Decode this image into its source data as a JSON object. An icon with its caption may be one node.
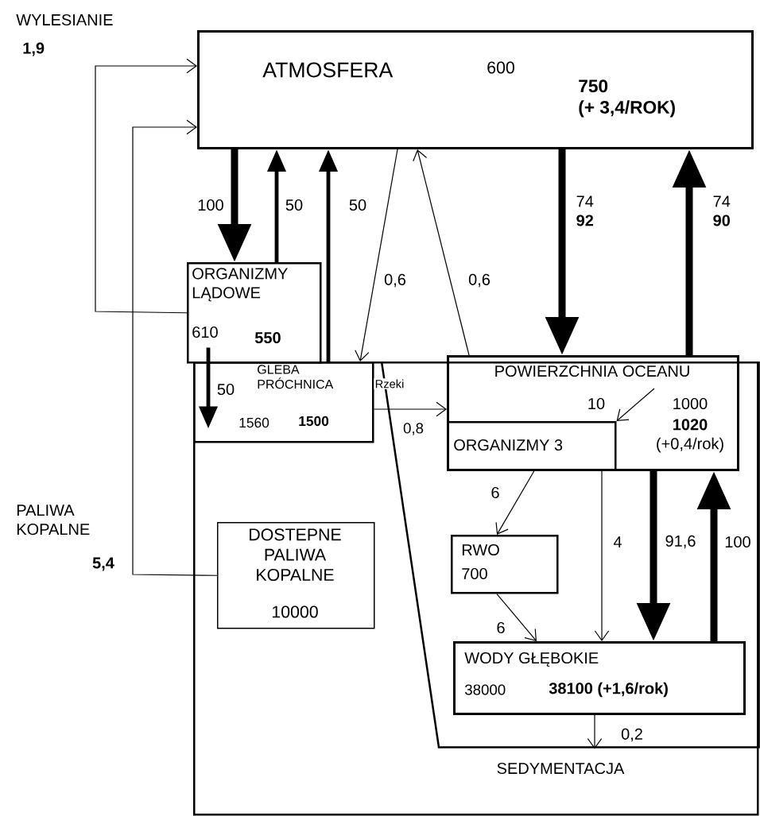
{
  "diagram": {
    "nodes": [
      {
        "text": [
          "ATMOSFERA",
          "600",
          "750 (+ 3,4/ROK)"
        ]
      },
      {
        "text": [
          "ORGANIZMY LĄDOWE",
          "610",
          "550"
        ]
      },
      {
        "text": [],
        "shape": "box"
      },
      {
        "text": [
          "GLEBA PRÓCHNICA",
          "1560",
          "1500"
        ],
        "in": 2
      },
      {
        "text": [],
        "shape": "trapezoid",
        "in": 2
      },
      {
        "text": [
          "POWIERZCHNIA OCEANU",
          "1000",
          "**1020** (+0,4/rok)"
        ],
        "in": 4
      },
      {
        "text": [
          "ORGANIZMY 3"
        ],
        "in": 5
      },
      {
        "text": [
          "DOSTEPNE PALIWA KOPALNE",
          "10000"
        ],
        "in": 2
      },
      {
        "text": [
          "RWO",
          "700"
        ],
        "in": 4
      },
      {
        "text": [
          "WODY GŁĘBOKIE",
          "38000",
          "38100 (+1,6/rok)"
        ],
        "in": 4
      },
      {
        "text": [
          "SEDYMENTACJA"
        ],
        "in": 2
      }
    ],
    "edges": [
      {
        "from": 1,
        "to": 0,
        "arrow": "to"
      },
      {
        "from": 7,
        "to": 0,
        "arrow": "to"
      },
      {
        "from": 0,
        "to": 1,
        "arrow": "to",
        "label": "100",
        "style": "thick"
      },
      {
        "from": 1,
        "to": 0,
        "arrow": "to",
        "label": "50",
        "style": "thick"
      },
      {
        "from": 3,
        "to": 0,
        "arrow": "to",
        "label": "50",
        "style": "thick"
      },
      {
        "from": 0,
        "to": 3,
        "arrow": "to",
        "label": "0,6"
      },
      {
        "from": 5,
        "to": 0,
        "arrow": "to",
        "label": "0,6"
      },
      {
        "from": 0,
        "to": 5,
        "arrow": "to",
        "label": "74 **92**",
        "style": "thick"
      },
      {
        "from": 5,
        "to": 0,
        "arrow": "to",
        "label": "74 **90**",
        "style": "thick"
      },
      {
        "from": 1,
        "to": 3,
        "arrow": "to",
        "label": "50",
        "style": "thick"
      },
      {
        "from": 3,
        "to": 5,
        "arrow": "to",
        "label": "Rzeki"
      },
      {
        "from": 5,
        "to": 6,
        "arrow": "to",
        "label": "10"
      },
      {
        "from": 6,
        "to": 8,
        "arrow": "to",
        "label": "6"
      },
      {
        "from": 8,
        "to": 9,
        "arrow": "to",
        "label": "6"
      },
      {
        "from": 6,
        "to": 9,
        "arrow": "to",
        "label": "4"
      },
      {
        "from": 5,
        "to": 9,
        "arrow": "to",
        "label": "91,6",
        "style": "thick"
      },
      {
        "from": 9,
        "to": 5,
        "arrow": "to",
        "label": "100",
        "style": "thick"
      },
      {
        "from": 9,
        "to": 10,
        "arrow": "to",
        "label": "0,2"
      }
    ],
    "labels": [
      "WYLESIANIE",
      "1,9",
      "0,8",
      "PALIWA KOPALNE",
      "5,4"
    ]
  }
}
